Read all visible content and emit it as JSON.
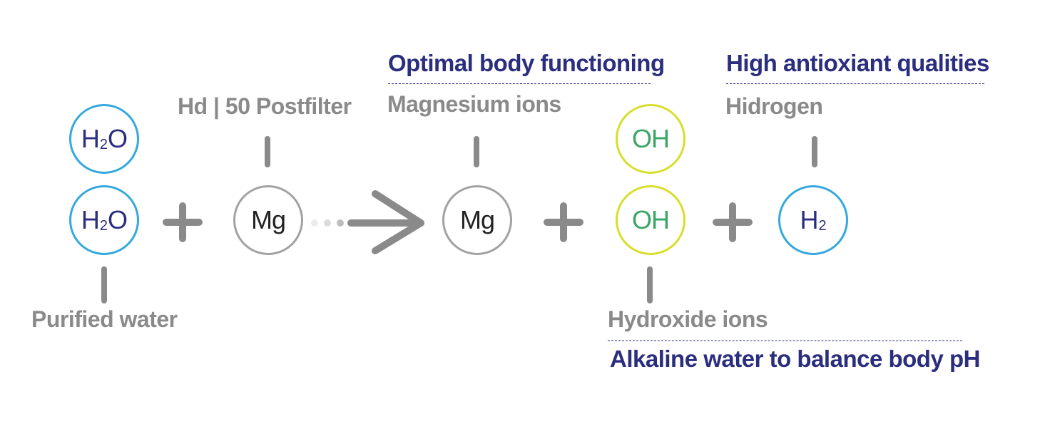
{
  "labels": {
    "optimal": "Optimal body functioning",
    "antioxidant": "High antioxiant qualities",
    "postfilter": "Hd | 50 Postfilter",
    "magnesium_ions": "Magnesium ions",
    "hidrogen": "Hidrogen",
    "purified_water": "Purified water",
    "hydroxide_ions": "Hydroxide ions",
    "alkaline": "Alkaline water to balance body pH"
  },
  "molecules": {
    "h2o_top": {
      "base": "H",
      "sub": "2",
      "tail": "O"
    },
    "h2o_bottom": {
      "base": "H",
      "sub": "2",
      "tail": "O"
    },
    "mg_left": "Mg",
    "mg_right": "Mg",
    "oh_top": "OH",
    "oh_bottom": "OH",
    "h2": {
      "base": "H",
      "sub": "2"
    }
  },
  "colors": {
    "navy": "#2b2e7e",
    "gray": "#8a8a8a",
    "blue_ring": "#35a8dd",
    "gray_ring": "#a2a2a2",
    "yellow_ring": "#d9de2c",
    "green_text": "#3aa565"
  }
}
